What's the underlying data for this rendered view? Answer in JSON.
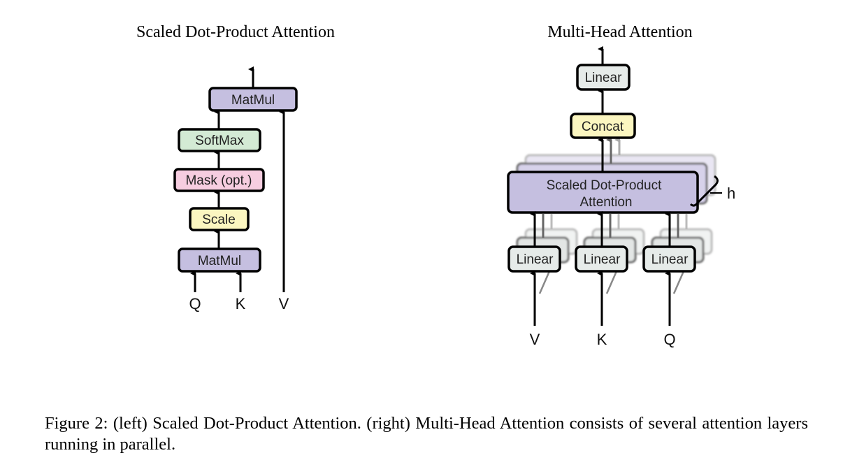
{
  "left_panel": {
    "title": "Scaled Dot-Product Attention",
    "blocks": {
      "matmul_top": "MatMul",
      "softmax": "SoftMax",
      "mask": "Mask (opt.)",
      "scale": "Scale",
      "matmul_bottom": "MatMul"
    },
    "inputs": {
      "q": "Q",
      "k": "K",
      "v": "V"
    }
  },
  "right_panel": {
    "title": "Multi-Head Attention",
    "blocks": {
      "linear_top": "Linear",
      "concat": "Concat",
      "attention_line1": "Scaled Dot-Product",
      "attention_line2": "Attention",
      "linear_v": "Linear",
      "linear_k": "Linear",
      "linear_q": "Linear"
    },
    "heads_label": "h",
    "inputs": {
      "v": "V",
      "k": "K",
      "q": "Q"
    }
  },
  "colors": {
    "matmul": "#c5bfe0",
    "softmax": "#d3ead4",
    "mask": "#f6cde0",
    "scale": "#fbf6c0",
    "linear": "#e6ebe9",
    "concat": "#fbf6c0",
    "attention": "#c5bfe0"
  },
  "caption": "Figure 2: (left) Scaled Dot-Product Attention. (right) Multi-Head Attention consists of several attention layers running in parallel."
}
